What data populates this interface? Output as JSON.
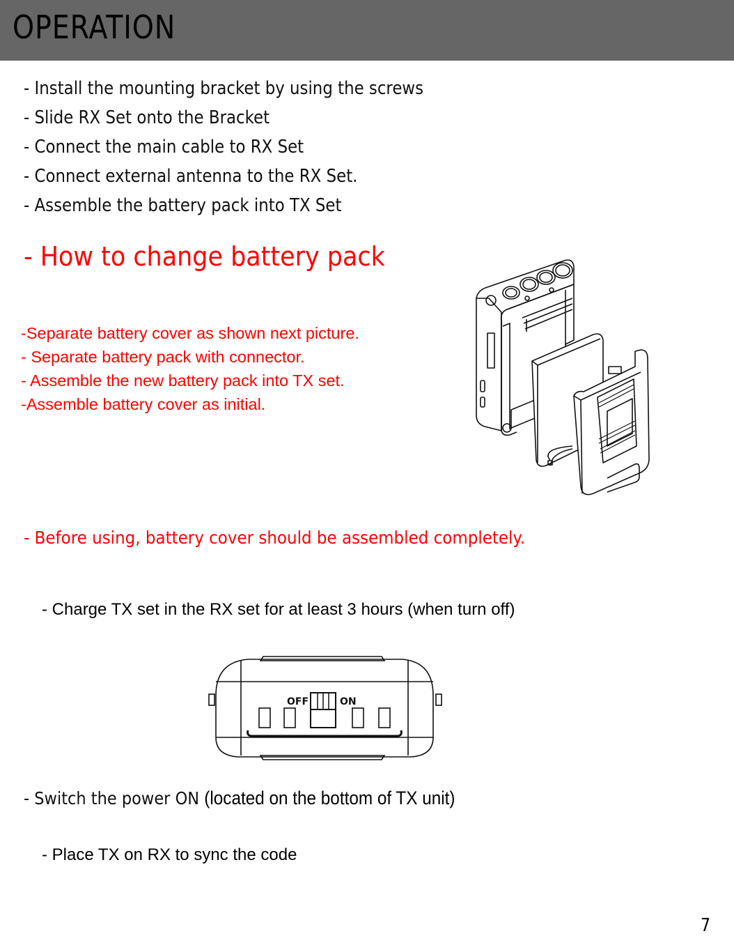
{
  "header": {
    "title": "OPERATION",
    "background_color": "#666666"
  },
  "install_steps": [
    "- Install the mounting bracket by using the screws",
    "- Slide RX Set onto the Bracket",
    "- Connect the main cable to RX Set",
    "- Connect external antenna to the RX Set.",
    "- Assemble the battery pack into TX Set"
  ],
  "battery_section": {
    "heading": "- How to change battery pack",
    "accent_color": "#ff0000",
    "steps": [
      "-Separate battery cover as shown next picture.",
      "- Separate battery pack with connector.",
      "- Assemble the new battery pack into TX set.",
      "-Assemble battery cover as initial."
    ],
    "illustration": "exploded-tx-unit-battery-cover",
    "warning": "- Before using, battery cover should be assembled completely."
  },
  "charge_note": "- Charge TX set in the RX set for at least 3 hours (when turn off)",
  "switch_illustration": {
    "off_label": "OFF",
    "on_label": "ON"
  },
  "power_note": {
    "prefix": "- Switch the power ON ",
    "emphasis": "(located on the bottom of TX unit)"
  },
  "sync_note": "- Place TX on RX to sync the code",
  "page_number": "7"
}
